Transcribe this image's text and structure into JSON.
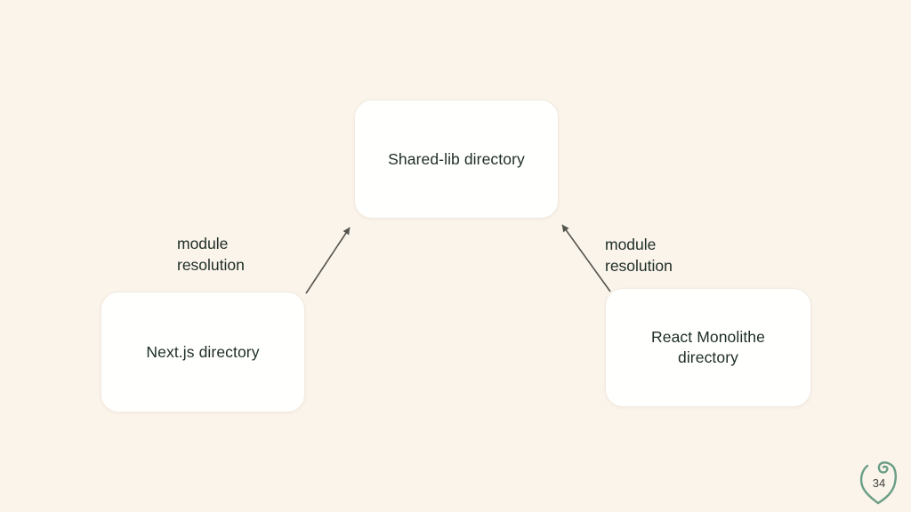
{
  "slide": {
    "page_number": "34"
  },
  "colors": {
    "bg": "#fbf4eb",
    "surface": "#fffffe",
    "node_border": "#f1ebe2",
    "text": "#1d2d26",
    "line": "#54544f",
    "accent": "#6a9e86",
    "page_num": "#3f3f3a"
  },
  "diagram": {
    "nodes": [
      {
        "id": "shared-lib",
        "label": "Shared-lib directory"
      },
      {
        "id": "nextjs",
        "label": "Next.js directory"
      },
      {
        "id": "react-monolithe",
        "label": "React Monolithe directory"
      }
    ],
    "edges": [
      {
        "from": "nextjs",
        "to": "shared-lib",
        "label": "module resolution"
      },
      {
        "from": "react-monolithe",
        "to": "shared-lib",
        "label": "module resolution"
      }
    ]
  }
}
